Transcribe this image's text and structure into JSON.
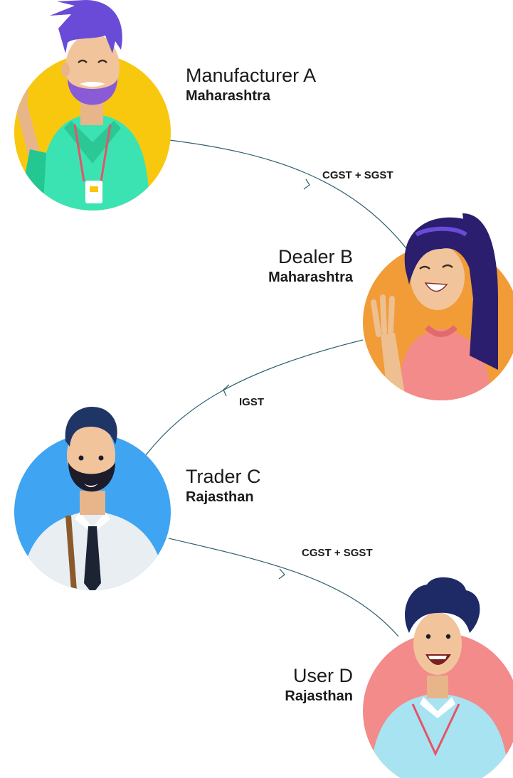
{
  "nodes": [
    {
      "id": "manufacturer",
      "name": "Manufacturer A",
      "state": "Maharashtra",
      "circle_color": "#F8C80F",
      "avatar": "bearded-man-waving-with-id-badge"
    },
    {
      "id": "dealer",
      "name": "Dealer B",
      "state": "Maharashtra",
      "circle_color": "#F29C38",
      "avatar": "woman-waving"
    },
    {
      "id": "trader",
      "name": "Trader C",
      "state": "Rajasthan",
      "circle_color": "#3FA4F2",
      "avatar": "bearded-man-with-tie-and-bag"
    },
    {
      "id": "user",
      "name": "User D",
      "state": "Rajasthan",
      "circle_color": "#F28B8A",
      "avatar": "curly-haired-man-with-lanyard"
    }
  ],
  "edges": [
    {
      "from": "manufacturer",
      "to": "dealer",
      "tax": "CGST + SGST"
    },
    {
      "from": "dealer",
      "to": "trader",
      "tax": "IGST"
    },
    {
      "from": "trader",
      "to": "user",
      "tax": "CGST + SGST"
    }
  ],
  "colors": {
    "line": "#2E5F6E",
    "text": "#1b1b1b"
  }
}
